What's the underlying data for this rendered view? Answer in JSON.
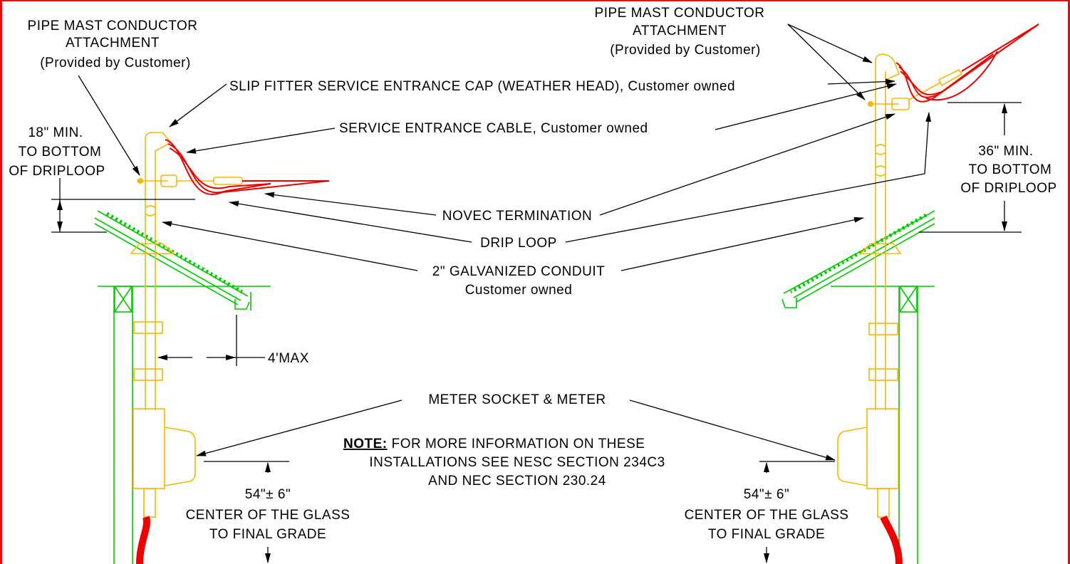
{
  "colors": {
    "border": "#ff0000",
    "structure": "#00cc00",
    "conduit": "#f5b800",
    "cable": "#ee0000",
    "text": "#000000"
  },
  "labels": {
    "left_mast_line1": "PIPE MAST CONDUCTOR",
    "left_mast_line2": "ATTACHMENT",
    "left_mast_line3": "(Provided by Customer)",
    "right_mast_line1": "PIPE MAST CONDUCTOR",
    "right_mast_line2": "ATTACHMENT",
    "right_mast_line3": "(Provided by Customer)",
    "weather_head": "SLIP FITTER SERVICE ENTRANCE CAP (WEATHER HEAD), Customer owned",
    "service_cable": "SERVICE ENTRANCE CABLE, Customer owned",
    "left_driploop_line1": "18\" MIN.",
    "left_driploop_line2": "TO BOTTOM",
    "left_driploop_line3": "OF DRIPLOOP",
    "right_driploop_line1": "36\" MIN.",
    "right_driploop_line2": "TO BOTTOM",
    "right_driploop_line3": "OF DRIPLOOP",
    "novec": "NOVEC TERMINATION",
    "drip_loop": "DRIP LOOP",
    "conduit_line1": "2\" GALVANIZED CONDUIT",
    "conduit_line2": "Customer owned",
    "max_distance": "4'MAX",
    "meter": "METER SOCKET & METER",
    "note_key": "NOTE:",
    "note_line1": "FOR MORE INFORMATION ON THESE",
    "note_line2": "INSTALLATIONS SEE NESC SECTION 234C3",
    "note_line3": "AND NEC SECTION 230.24",
    "left_height_line1": "54\"± 6\"",
    "left_height_line2": "CENTER OF THE GLASS",
    "left_height_line3": "TO FINAL GRADE",
    "right_height_line1": "54\"± 6\"",
    "right_height_line2": "CENTER OF THE GLASS",
    "right_height_line3": "TO FINAL GRADE"
  }
}
